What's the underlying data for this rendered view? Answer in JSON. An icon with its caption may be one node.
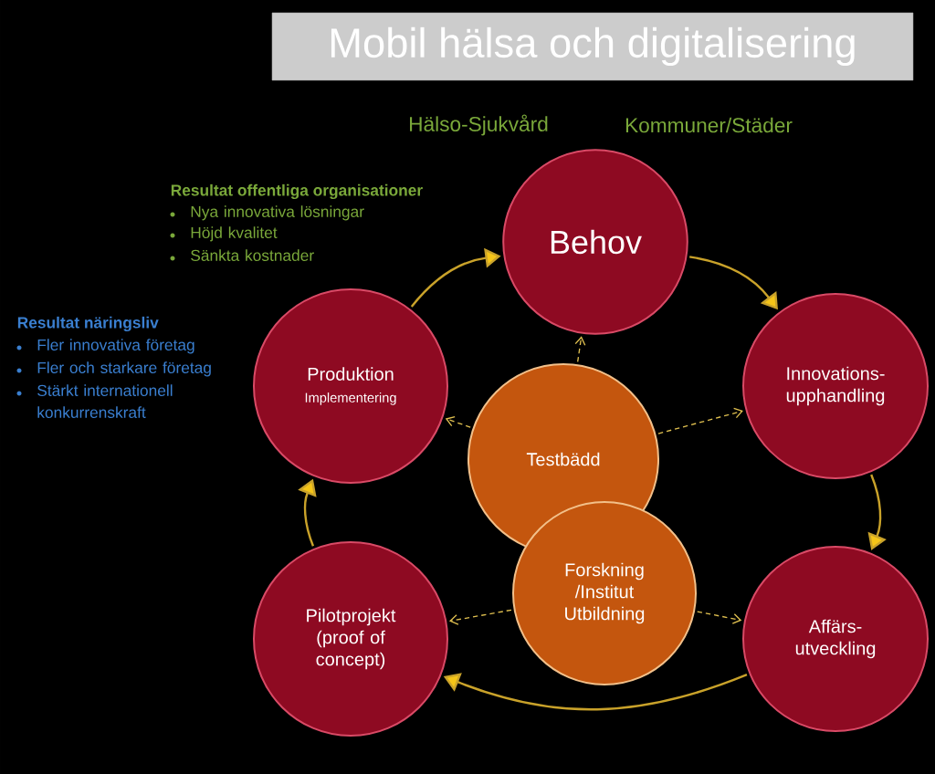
{
  "diagram": {
    "title": "Mobil hälsa och digitalisering",
    "nodes": [
      {
        "text": [
          "Behov"
        ]
      },
      {
        "text": [
          "Innovations- upphandling"
        ]
      },
      {
        "text": [
          "Affärs- utveckling"
        ]
      },
      {
        "text": [
          "Pilotprojekt (proof of concept)"
        ]
      },
      {
        "text": [
          "Produktion",
          "Implementering"
        ]
      },
      {
        "text": [
          "Testbädd"
        ]
      },
      {
        "text": [
          "Forskning /Institut Utbildning"
        ]
      }
    ],
    "edges": [
      {
        "from": 0,
        "to": 1,
        "arrow": "to"
      },
      {
        "from": 1,
        "to": 2,
        "arrow": "to"
      },
      {
        "from": 2,
        "to": 3,
        "arrow": "to"
      },
      {
        "from": 3,
        "to": 4,
        "arrow": "to"
      },
      {
        "from": 4,
        "to": 0,
        "arrow": "to"
      },
      {
        "from": 5,
        "to": 0,
        "arrow": "to",
        "style": "dashed"
      },
      {
        "from": 5,
        "to": 4,
        "arrow": "to",
        "style": "dashed"
      },
      {
        "from": 5,
        "to": 1,
        "arrow": "to",
        "style": "dashed"
      },
      {
        "from": 6,
        "to": 3,
        "arrow": "to",
        "style": "dashed"
      },
      {
        "from": 6,
        "to": 2,
        "arrow": "to",
        "style": "dashed"
      }
    ],
    "labels": [
      "Hälso-Sjukvård",
      "Kommuner/Städer",
      "Resultat offentliga organisationer",
      "Nya innovativa lösningar",
      "Höjd kvalitet",
      "Sänkta kostnader",
      "Resultat näringsliv",
      "Fler innovativa företag",
      "Fler och starkare företag",
      "Stärkt internationell konkurrenskraft"
    ]
  }
}
